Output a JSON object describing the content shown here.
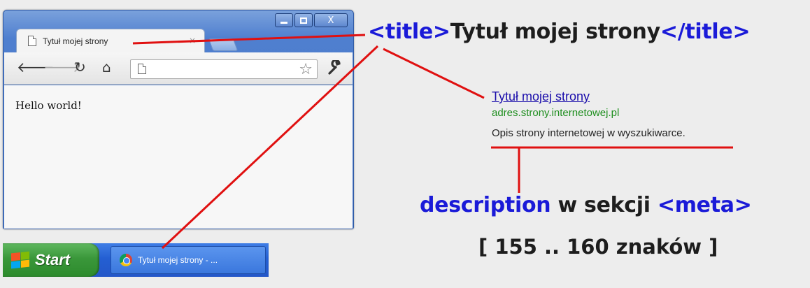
{
  "browser": {
    "tab_title": "Tytuł mojej strony",
    "tab_close": "×",
    "content_text": "Hello world!",
    "window_close": "X"
  },
  "taskbar": {
    "start_label": "Start",
    "task_label": "Tytuł mojej strony - ..."
  },
  "annotation": {
    "title_open": "<title>",
    "title_text": "Tytuł mojej strony",
    "title_close": "</title>",
    "serp_title": "Tytuł mojej strony",
    "serp_url": "adres.strony.internetowej.pl",
    "serp_description": "Opis strony internetowej w wyszukiwarce.",
    "desc_keyword": "description",
    "desc_middle": " w sekcji ",
    "desc_meta": "<meta>",
    "chars_note": "[ 155 .. 160 znaków ]"
  },
  "colors": {
    "tag_blue": "#1a1ad8",
    "pointer_red": "#e01010",
    "link_blue": "#1a0dab",
    "url_green": "#1e8e1e"
  },
  "icons": [
    "page-icon",
    "back-arrow-icon",
    "forward-arrow-icon",
    "reload-icon",
    "home-icon",
    "star-icon",
    "wrench-icon",
    "windows-flag-icon",
    "chrome-icon"
  ]
}
